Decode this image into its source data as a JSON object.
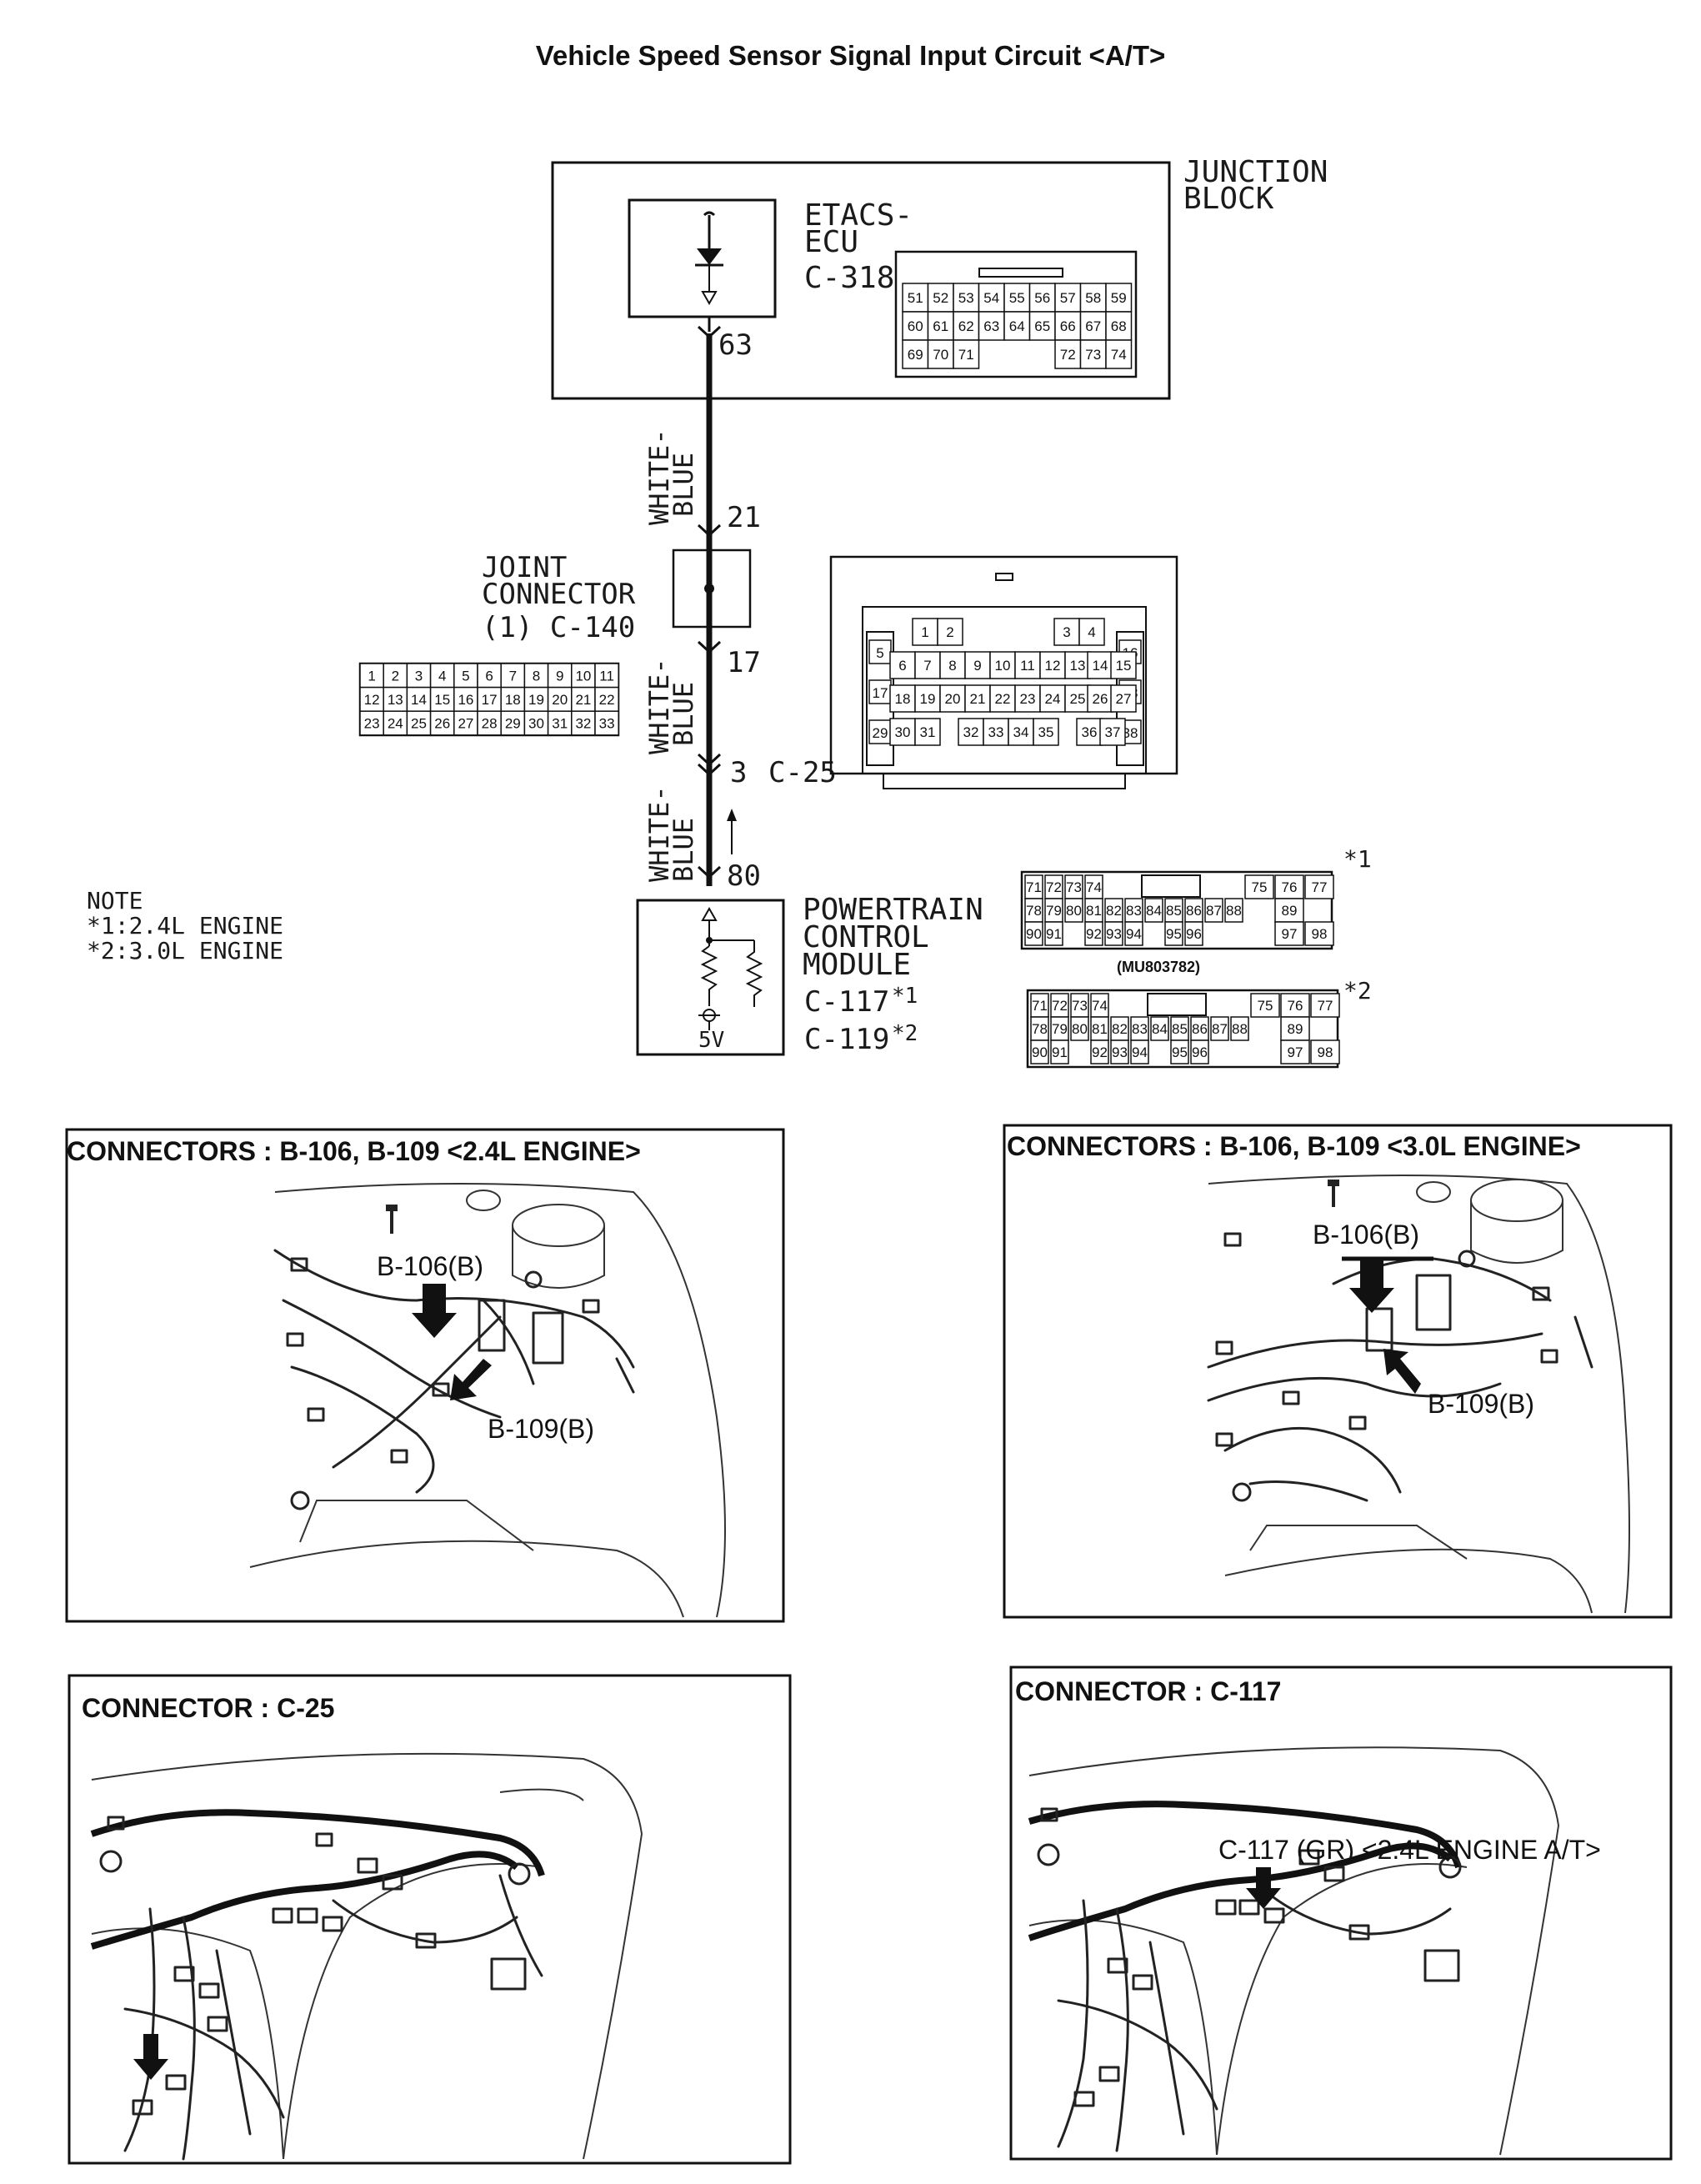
{
  "page_title": "Vehicle Speed Sensor Signal Input Circuit <A/T>",
  "junction_block": {
    "label_1": "JUNCTION",
    "label_2": "BLOCK",
    "ecu_1": "ETACS-",
    "ecu_2": "ECU",
    "connector": "C-318",
    "pin": "63",
    "pin_rows": [
      [
        "51",
        "52",
        "53",
        "54",
        "55",
        "56",
        "57",
        "58",
        "59"
      ],
      [
        "60",
        "61",
        "62",
        "63",
        "64",
        "65",
        "66",
        "67",
        "68"
      ],
      [
        "69",
        "70",
        "71",
        "",
        "",
        "",
        "72",
        "73",
        "74"
      ]
    ]
  },
  "wire_segments": [
    {
      "color_1": "WHITE-",
      "color_2": "BLUE"
    },
    {
      "color_1": "WHITE-",
      "color_2": "BLUE"
    },
    {
      "color_1": "WHITE-",
      "color_2": "BLUE"
    }
  ],
  "joint_connector": {
    "label_1": "JOINT",
    "label_2": "CONNECTOR",
    "label_3": "(1) C-140",
    "pin_in": "21",
    "pin_out": "17",
    "pin_rows": [
      [
        "1",
        "2",
        "3",
        "4",
        "5",
        "6",
        "7",
        "8",
        "9",
        "10",
        "11"
      ],
      [
        "12",
        "13",
        "14",
        "15",
        "16",
        "17",
        "18",
        "19",
        "20",
        "21",
        "22"
      ],
      [
        "23",
        "24",
        "25",
        "26",
        "27",
        "28",
        "29",
        "30",
        "31",
        "32",
        "33"
      ]
    ]
  },
  "inline_connector": {
    "pin": "3",
    "connector": "C-25",
    "left_col": [
      "5",
      "17",
      "29"
    ],
    "right_col": [
      "16",
      "28",
      "38"
    ],
    "rows": [
      [
        "1",
        "2",
        "",
        "3",
        "4"
      ],
      [
        "6",
        "7",
        "8",
        "9",
        "10",
        "11",
        "12",
        "13",
        "14",
        "15"
      ],
      [
        "18",
        "19",
        "20",
        "21",
        "22",
        "23",
        "24",
        "25",
        "26",
        "27"
      ],
      [
        "30",
        "31",
        "",
        "32",
        "33",
        "34",
        "35",
        "",
        "36",
        "37"
      ]
    ]
  },
  "pcm": {
    "pin": "80",
    "label_1": "POWERTRAIN",
    "label_2": "CONTROL",
    "label_3": "MODULE",
    "conn_1": "C-117",
    "mark_1": "*1",
    "conn_2": "C-119",
    "mark_2": "*2",
    "voltage": "5V",
    "pin_rows": [
      [
        "71",
        "72",
        "73",
        "74",
        "",
        "",
        "",
        "",
        "",
        "",
        "75",
        "76",
        "77"
      ],
      [
        "78",
        "79",
        "80",
        "81",
        "82",
        "83",
        "84",
        "85",
        "86",
        "87",
        "88",
        "89"
      ],
      [
        "90",
        "91",
        "",
        "92",
        "93",
        "94",
        "",
        "95",
        "96",
        "",
        "97",
        "98"
      ]
    ],
    "part_no": "(MU803782)",
    "conn_mark_1": "*1",
    "conn_mark_2": "*2"
  },
  "note": {
    "heading": "NOTE",
    "line_1": "*1:2.4L ENGINE",
    "line_2": "*2:3.0L ENGINE"
  },
  "panels": [
    {
      "title": "CONNECTORS : B-106, B-109 <2.4L ENGINE>",
      "callouts": [
        "B-106(B)",
        "B-109(B)"
      ]
    },
    {
      "title": "CONNECTORS : B-106, B-109 <3.0L ENGINE>",
      "callouts": [
        "B-106(B)",
        "B-109(B)"
      ]
    },
    {
      "title": "CONNECTOR : C-25",
      "callouts": []
    },
    {
      "title": "CONNECTOR : C-117",
      "callouts": [
        "C-117 (GR) <2.4L ENGINE A/T>"
      ]
    }
  ]
}
